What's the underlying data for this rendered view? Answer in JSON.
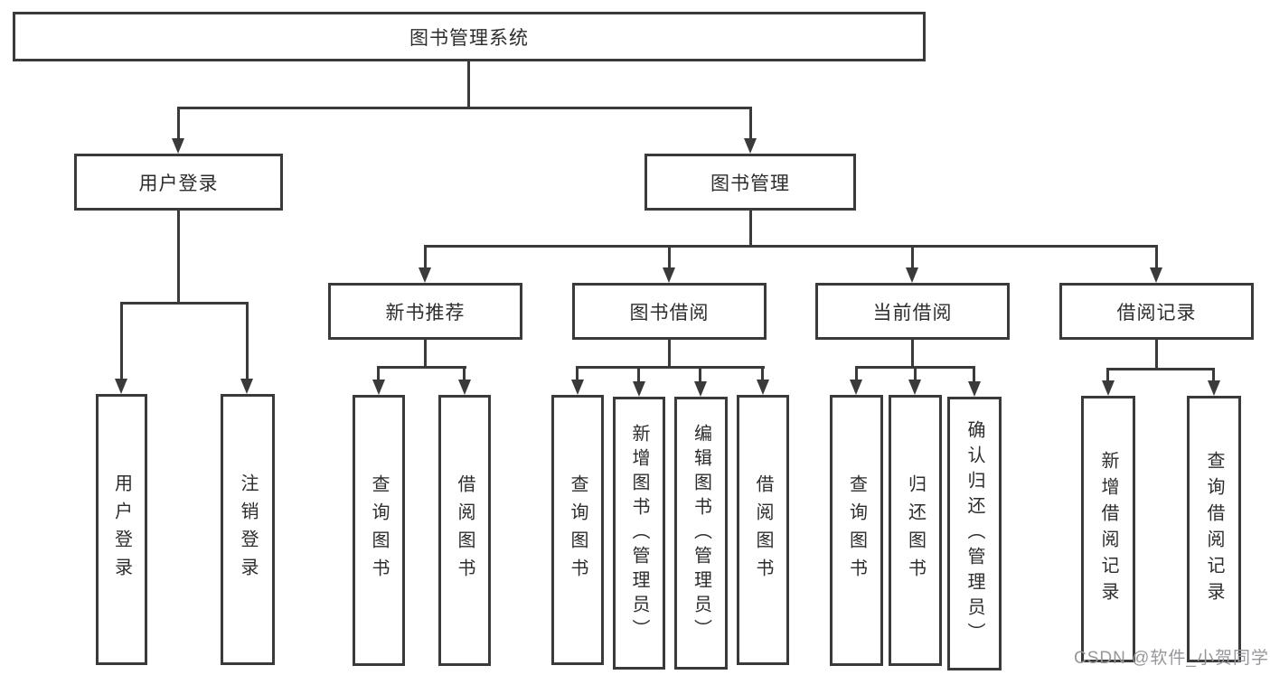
{
  "tree": {
    "root": {
      "label": "图书管理系统"
    },
    "branches": [
      {
        "label": "用户登录",
        "children": [
          {
            "label": "用户登录"
          },
          {
            "label": "注销登录"
          }
        ]
      },
      {
        "label": "图书管理",
        "children": [
          {
            "label": "新书推荐",
            "children": [
              {
                "label": "查询图书"
              },
              {
                "label": "借阅图书"
              }
            ]
          },
          {
            "label": "图书借阅",
            "children": [
              {
                "label": "查询图书"
              },
              {
                "label": "新增图书（管理员）"
              },
              {
                "label": "编辑图书（管理员）"
              },
              {
                "label": "借阅图书"
              }
            ]
          },
          {
            "label": "当前借阅",
            "children": [
              {
                "label": "查询图书"
              },
              {
                "label": "归还图书"
              },
              {
                "label": "确认归还（管理员）"
              }
            ]
          },
          {
            "label": "借阅记录",
            "children": [
              {
                "label": "新增借阅记录"
              },
              {
                "label": "查询借阅记录"
              }
            ]
          }
        ]
      }
    ]
  },
  "watermark": {
    "text": "CSDN @软件_小贺同学"
  },
  "colors": {
    "line": "#3a3a3a",
    "box_border": "#3a3a3a",
    "text": "#2d2d2d",
    "background": "#ffffff",
    "watermark": "#98969b"
  }
}
